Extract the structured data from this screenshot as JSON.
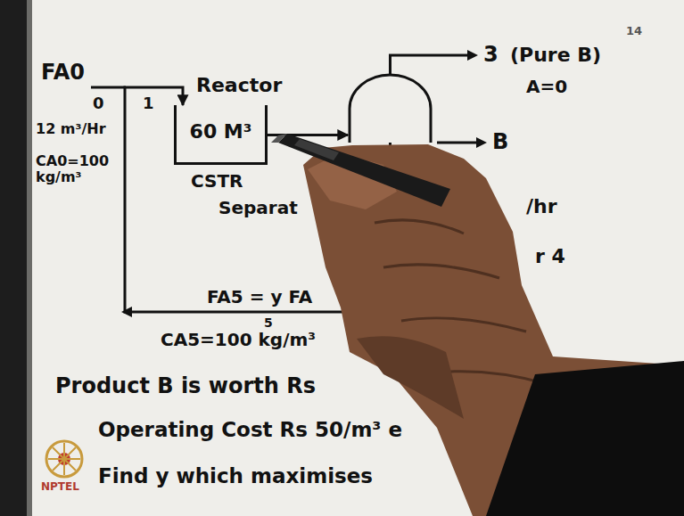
{
  "diagram": {
    "nodes": [
      {
        "text": [
          "Reactor",
          "60 M³",
          "CSTR"
        ]
      },
      {
        "text": [
          "Separat"
        ]
      }
    ],
    "edges": [
      {
        "from": 0,
        "to": 1,
        "arrow": "to"
      },
      {
        "from": 1,
        "to": 0,
        "arrow": "to",
        "label": "FA5 = y FA"
      }
    ],
    "labels": [
      "FA0",
      "0",
      "1",
      "12 m³/Hr",
      "CA0=100 kg/m³",
      "3",
      "(Pure B)",
      "A=0",
      "B",
      "/hr",
      "r 4",
      "5",
      "CA5=100 kg/m³",
      "Product B is worth Rs",
      "Operating Cost Rs 50/m³ e",
      "Find y which maximises",
      "NPTEL",
      "14"
    ]
  }
}
